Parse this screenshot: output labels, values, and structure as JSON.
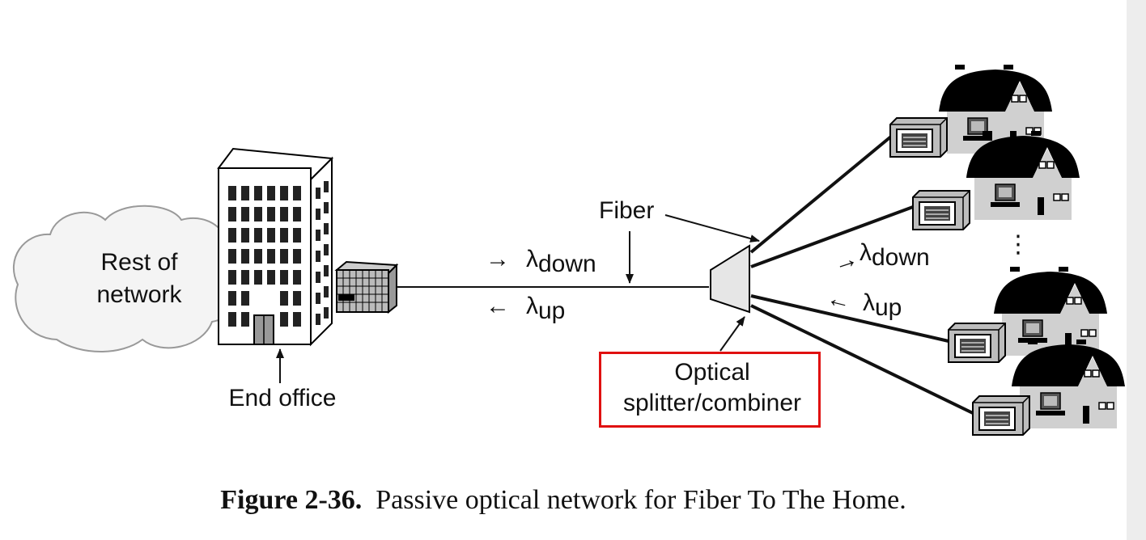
{
  "labels": {
    "rest_of_network_line1": "Rest of",
    "rest_of_network_line2": "network",
    "end_office": "End office",
    "fiber": "Fiber",
    "lambda": "λ",
    "down": "down",
    "up": "up",
    "splitter_line1": "Optical",
    "splitter_line2": "splitter/combiner",
    "ellipsis": "⋮"
  },
  "caption": {
    "number": "Figure 2-36.",
    "text": "Passive optical network for Fiber To The Home."
  },
  "colors": {
    "highlight": "#e01010",
    "house_roof": "#000000",
    "house_wall": "#d0d0d0",
    "cloud_fill": "#f4f4f4"
  }
}
